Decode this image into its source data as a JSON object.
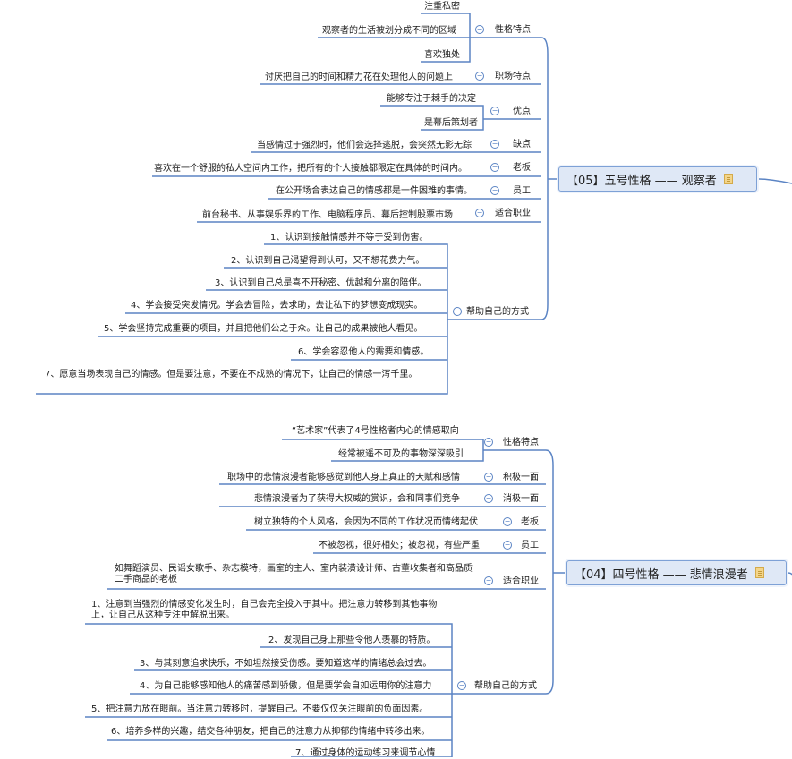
{
  "map": {
    "five": {
      "title": "【05】五号性格 —— 观察者",
      "cats": {
        "traits": "性格特点",
        "workplace": "职场特点",
        "strengths": "优点",
        "weaknesses": "缺点",
        "boss": "老板",
        "employee": "员工",
        "jobs": "适合职业",
        "help": "帮助自己的方式"
      },
      "traits": [
        "注重私密",
        "观察者的生活被划分成不同的区域",
        "喜欢独处"
      ],
      "workplace": "讨厌把自己的时间和精力花在处理他人的问题上",
      "strengths": [
        "能够专注于棘手的决定",
        "是幕后策划者"
      ],
      "weaknesses": "当感情过于强烈时，他们会选择逃脱，会突然无影无踪",
      "boss": "喜欢在一个舒服的私人空间内工作，把所有的个人接触都限定在具体的时间内。",
      "employee": "在公开场合表达自己的情感都是一件困难的事情。",
      "jobs": "前台秘书、从事娱乐界的工作、电脑程序员、幕后控制股票市场",
      "help": [
        "1、认识到接触情感并不等于受到伤害。",
        "2、认识到自己渴望得到认可，又不想花费力气。",
        "3、认识到自己总是喜不开秘密、优越和分离的陪伴。",
        "4、学会接受突发情况。学会去冒险，去求助，去让私下的梦想变成现实。",
        "5、学会坚持完成重要的项目，并且把他们公之于众。让自己的成果被他人看见。",
        "6、学会容忍他人的需要和情感。",
        "7、愿意当场表现自己的情感。但是要注意，不要在不成熟的情况下，让自己的情感一泻千里。"
      ]
    },
    "four": {
      "title": "【04】四号性格 —— 悲情浪漫者",
      "cats": {
        "traits": "性格特点",
        "positive": "积极一面",
        "negative": "消极一面",
        "boss": "老板",
        "employee": "员工",
        "jobs": "适合职业",
        "help": "帮助自己的方式"
      },
      "traits": [
        "“艺术家”代表了4号性格者内心的情感取向",
        "经常被遥不可及的事物深深吸引"
      ],
      "positive": "职场中的悲情浪漫者能够感觉到他人身上真正的天赋和感情",
      "negative": "悲情浪漫者为了获得大权威的赏识，会和同事们竞争",
      "boss": "树立独特的个人风格，会因为不同的工作状况而情绪起伏",
      "employee": "不被忽视，很好相处；被忽视，有些严重",
      "jobs": "如舞蹈演员、民谣女歌手、杂志模特，画室的主人、室内装潢设计师、古董收集者和高品质二手商品的老板",
      "help": [
        "1、注意到当强烈的情感变化发生时，自己会完全投入于其中。把注意力转移到其他事物上，让自己从这种专注中解脱出来。",
        "2、发现自己身上那些令他人羡慕的特质。",
        "3、与其刻意追求快乐，不如坦然接受伤感。要知道这样的情绪总会过去。",
        "4、为自己能够感知他人的痛苦感到骄傲，但是要学会自如运用你的注意力",
        "5、把注意力放在眼前。当注意力转移时，提醒自己。不要仅仅关注眼前的负面因素。",
        "6、培养多样的兴趣，结交各种朋友，把自己的注意力从抑郁的情绪中转移出来。",
        "7、通过身体的运动练习来调节心情"
      ]
    }
  },
  "icons": {
    "collapse": "collapse-toggle-icon",
    "note": "note-icon"
  },
  "colors": {
    "line": "#5b84c4",
    "mainBg": "#dfe8f6",
    "mainBorder": "#7ea1d6"
  }
}
